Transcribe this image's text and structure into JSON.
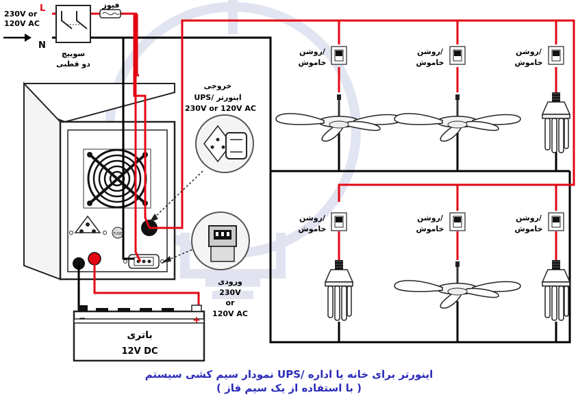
{
  "labels": {
    "supply_voltage_line1": "230V or",
    "supply_voltage_line2": "120V AC",
    "live": "L",
    "neutral": "N",
    "fuse": "فیوز",
    "switch_line1": "سوییچ",
    "switch_line2": "دو قطبی",
    "output_line1": "خروجی",
    "output_line2": "UPS/ اینورتر",
    "output_line3": "230V or 120V AC",
    "input_line1": "ورودی",
    "input_line2": "230V",
    "input_line3": "or",
    "input_line4": "120V AC",
    "battery": "باتری",
    "battery_voltage": "12V DC",
    "fuse_mark": "FUSE",
    "battery_minus": "−",
    "battery_plus": "+"
  },
  "light_switch_label": {
    "line1": "روشن/",
    "line2": "خاموش"
  },
  "caption": {
    "line1": "نمودار سیم کشی سیستم UPS/ اینورتر برای خانه یا اداره",
    "line2": "( با استفاده از یک سیم فاز )"
  },
  "colors": {
    "live_wire": "#e30613",
    "neutral_wire": "#000000",
    "caption_text": "#2a2ab8",
    "watermark": "#c9cde6"
  },
  "loads": {
    "top_row": [
      "ceiling-fan",
      "ceiling-fan",
      "cfl-bulb"
    ],
    "bottom_row": [
      "cfl-bulb",
      "ceiling-fan",
      "cfl-bulb"
    ]
  }
}
